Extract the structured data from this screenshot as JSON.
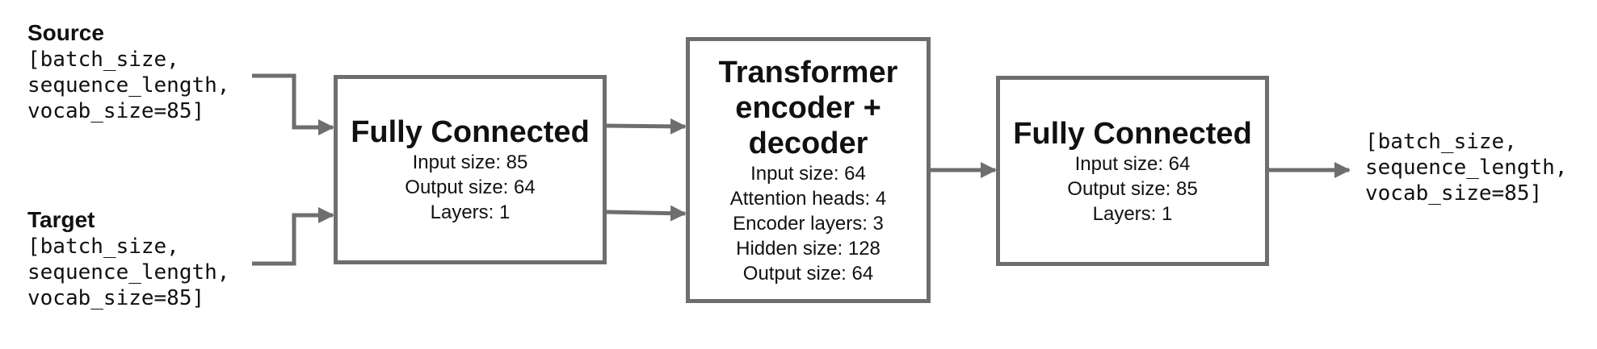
{
  "inputs": {
    "source": {
      "title": "Source",
      "lines": [
        "[batch_size,",
        "sequence_length,",
        "vocab_size=85]"
      ]
    },
    "target": {
      "title": "Target",
      "lines": [
        "[batch_size,",
        "sequence_length,",
        "vocab_size=85]"
      ]
    }
  },
  "blocks": {
    "fc_in": {
      "title": "Fully Connected",
      "lines": [
        "Input size: 85",
        "Output size: 64",
        "Layers: 1"
      ]
    },
    "transformer": {
      "title_lines": [
        "Transformer",
        "encoder +",
        "decoder"
      ],
      "lines": [
        "Input size: 64",
        "Attention heads: 4",
        "Encoder layers: 3",
        "Hidden size: 128",
        "Output size: 64"
      ]
    },
    "fc_out": {
      "title": "Fully Connected",
      "lines": [
        "Input size: 64",
        "Output size: 85",
        "Layers: 1"
      ]
    }
  },
  "output": {
    "lines": [
      "[batch_size,",
      "sequence_length,",
      "vocab_size=85]"
    ]
  },
  "colors": {
    "stroke": "#6e6e6e",
    "text": "#111111",
    "background": "#ffffff"
  }
}
